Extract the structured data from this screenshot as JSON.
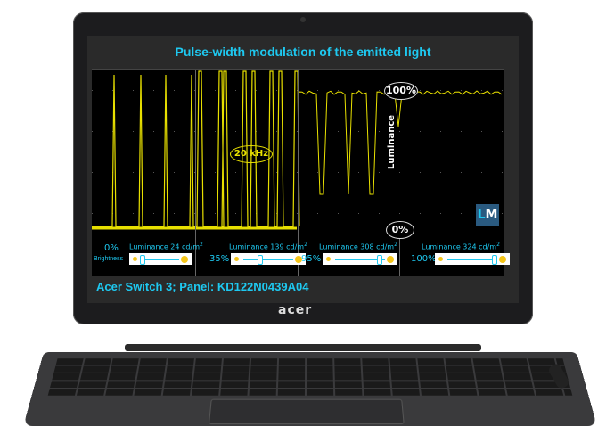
{
  "title": "Pulse-width modulation of the emitted light",
  "frequency_label": "20 kHz",
  "axis_label": "Luminance",
  "max_label": "100%",
  "min_label": "0%",
  "logo": {
    "text_l": "L",
    "text_m": "M"
  },
  "brightness_label": "Brightness",
  "panels": [
    {
      "brightness": "0%",
      "luminance": "Luminance 24 cd/m",
      "level": 0.0
    },
    {
      "brightness": "35%",
      "luminance": "Luminance 139 cd/m",
      "level": 0.35
    },
    {
      "brightness": "95%",
      "luminance": "Luminance 308 cd/m",
      "level": 0.95
    },
    {
      "brightness": "100%",
      "luminance": "Luminance 324 cd/m",
      "level": 1.0
    }
  ],
  "unit_exponent": "2",
  "footer": "Acer Switch 3; Panel: KD122N0439A04",
  "brand": "acer",
  "colors": {
    "accent": "#1ec8f0",
    "trace": "#e8e000",
    "background": "#000000"
  }
}
